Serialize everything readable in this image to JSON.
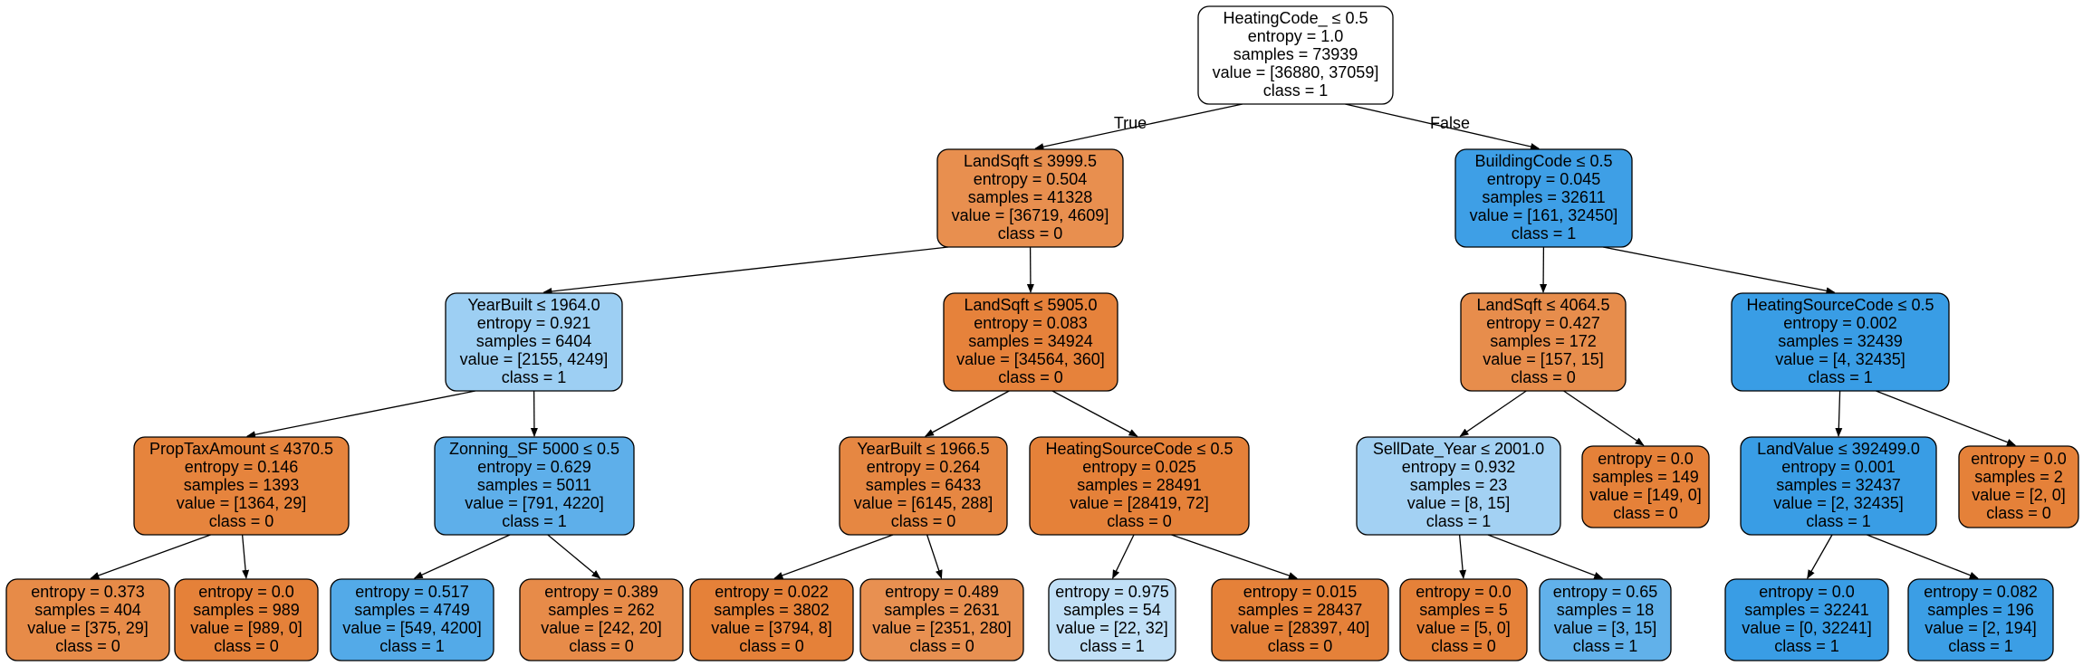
{
  "tree": {
    "edge_labels": {
      "true_label": "True",
      "false_label": "False"
    },
    "nodes": [
      {
        "id": "n0",
        "lines": [
          "HeatingCode_ ≤ 0.5",
          "entropy = 1.0",
          "samples = 73939",
          "value = [36880, 37059]",
          "class = 1"
        ],
        "fill": "#ffffff"
      },
      {
        "id": "n1",
        "lines": [
          "LandSqft ≤ 3999.5",
          "entropy = 0.504",
          "samples = 41328",
          "value = [36719, 4609]",
          "class = 0"
        ],
        "fill": "#e88f4f"
      },
      {
        "id": "n2",
        "lines": [
          "BuildingCode ≤ 0.5",
          "entropy = 0.045",
          "samples = 32611",
          "value = [161, 32450]",
          "class = 1"
        ],
        "fill": "#3e9fe6"
      },
      {
        "id": "n3",
        "lines": [
          "YearBuilt ≤ 1964.0",
          "entropy = 0.921",
          "samples = 6404",
          "value = [2155, 4249]",
          "class = 1"
        ],
        "fill": "#9dcff3"
      },
      {
        "id": "n4",
        "lines": [
          "LandSqft ≤ 5905.0",
          "entropy = 0.083",
          "samples = 34924",
          "value = [34564, 360]",
          "class = 0"
        ],
        "fill": "#e6823b"
      },
      {
        "id": "n5",
        "lines": [
          "LandSqft ≤ 4064.5",
          "entropy = 0.427",
          "samples = 172",
          "value = [157, 15]",
          "class = 0"
        ],
        "fill": "#e78d4c"
      },
      {
        "id": "n6",
        "lines": [
          "HeatingSourceCode ≤ 0.5",
          "entropy = 0.002",
          "samples = 32439",
          "value = [4, 32435]",
          "class = 1"
        ],
        "fill": "#399de5"
      },
      {
        "id": "n7",
        "lines": [
          "PropTaxAmount ≤ 4370.5",
          "entropy = 0.146",
          "samples = 1393",
          "value = [1364, 29]",
          "class = 0"
        ],
        "fill": "#e6843d"
      },
      {
        "id": "n8",
        "lines": [
          "Zonning_SF 5000 ≤ 0.5",
          "entropy = 0.629",
          "samples = 5011",
          "value = [791, 4220]",
          "class = 1"
        ],
        "fill": "#5eafea"
      },
      {
        "id": "n9",
        "lines": [
          "YearBuilt ≤ 1966.5",
          "entropy = 0.264",
          "samples = 6433",
          "value = [6145, 288]",
          "class = 0"
        ],
        "fill": "#e68742"
      },
      {
        "id": "n10",
        "lines": [
          "HeatingSourceCode ≤ 0.5",
          "entropy = 0.025",
          "samples = 28491",
          "value = [28419, 72]",
          "class = 0"
        ],
        "fill": "#e58139"
      },
      {
        "id": "n11",
        "lines": [
          "SellDate_Year ≤ 2001.0",
          "entropy = 0.932",
          "samples = 23",
          "value = [8, 15]",
          "class = 1"
        ],
        "fill": "#a3d1f3"
      },
      {
        "id": "n12",
        "lines": [
          "entropy = 0.0",
          "samples = 149",
          "value = [149, 0]",
          "class = 0"
        ],
        "fill": "#e58139"
      },
      {
        "id": "n13",
        "lines": [
          "LandValue ≤ 392499.0",
          "entropy = 0.001",
          "samples = 32437",
          "value = [2, 32435]",
          "class = 1"
        ],
        "fill": "#399de5"
      },
      {
        "id": "n14",
        "lines": [
          "entropy = 0.0",
          "samples = 2",
          "value = [2, 0]",
          "class = 0"
        ],
        "fill": "#e58139"
      },
      {
        "id": "n15",
        "lines": [
          "entropy = 0.373",
          "samples = 404",
          "value = [375, 29]",
          "class = 0"
        ],
        "fill": "#e78b48"
      },
      {
        "id": "n16",
        "lines": [
          "entropy = 0.0",
          "samples = 989",
          "value = [989, 0]",
          "class = 0"
        ],
        "fill": "#e58139"
      },
      {
        "id": "n17",
        "lines": [
          "entropy = 0.517",
          "samples = 4749",
          "value = [549, 4200]",
          "class = 1"
        ],
        "fill": "#53aae8"
      },
      {
        "id": "n18",
        "lines": [
          "entropy = 0.389",
          "samples = 262",
          "value = [242, 20]",
          "class = 0"
        ],
        "fill": "#e78b49"
      },
      {
        "id": "n19",
        "lines": [
          "entropy = 0.022",
          "samples = 3802",
          "value = [3794, 8]",
          "class = 0"
        ],
        "fill": "#e58139"
      },
      {
        "id": "n20",
        "lines": [
          "entropy = 0.489",
          "samples = 2631",
          "value = [2351, 280]",
          "class = 0"
        ],
        "fill": "#e89051"
      },
      {
        "id": "n21",
        "lines": [
          "entropy = 0.975",
          "samples = 54",
          "value = [22, 32]",
          "class = 1"
        ],
        "fill": "#c1e0f7"
      },
      {
        "id": "n22",
        "lines": [
          "entropy = 0.015",
          "samples = 28437",
          "value = [28397, 40]",
          "class = 0"
        ],
        "fill": "#e58139"
      },
      {
        "id": "n23",
        "lines": [
          "entropy = 0.0",
          "samples = 5",
          "value = [5, 0]",
          "class = 0"
        ],
        "fill": "#e58139"
      },
      {
        "id": "n24",
        "lines": [
          "entropy = 0.65",
          "samples = 18",
          "value = [3, 15]",
          "class = 1"
        ],
        "fill": "#61b1ea"
      },
      {
        "id": "n25",
        "lines": [
          "entropy = 0.0",
          "samples = 32241",
          "value = [0, 32241]",
          "class = 1"
        ],
        "fill": "#399de5"
      },
      {
        "id": "n26",
        "lines": [
          "entropy = 0.082",
          "samples = 196",
          "value = [2, 194]",
          "class = 1"
        ],
        "fill": "#3b9ee5"
      }
    ],
    "edges": [
      {
        "from": "n0",
        "to": "n1",
        "label": "true_label"
      },
      {
        "from": "n0",
        "to": "n2",
        "label": "false_label"
      },
      {
        "from": "n1",
        "to": "n3"
      },
      {
        "from": "n1",
        "to": "n4"
      },
      {
        "from": "n2",
        "to": "n5"
      },
      {
        "from": "n2",
        "to": "n6"
      },
      {
        "from": "n3",
        "to": "n7"
      },
      {
        "from": "n3",
        "to": "n8"
      },
      {
        "from": "n4",
        "to": "n9"
      },
      {
        "from": "n4",
        "to": "n10"
      },
      {
        "from": "n5",
        "to": "n11"
      },
      {
        "from": "n5",
        "to": "n12"
      },
      {
        "from": "n6",
        "to": "n13"
      },
      {
        "from": "n6",
        "to": "n14"
      },
      {
        "from": "n7",
        "to": "n15"
      },
      {
        "from": "n7",
        "to": "n16"
      },
      {
        "from": "n8",
        "to": "n17"
      },
      {
        "from": "n8",
        "to": "n18"
      },
      {
        "from": "n9",
        "to": "n19"
      },
      {
        "from": "n9",
        "to": "n20"
      },
      {
        "from": "n10",
        "to": "n21"
      },
      {
        "from": "n10",
        "to": "n22"
      },
      {
        "from": "n11",
        "to": "n23"
      },
      {
        "from": "n11",
        "to": "n24"
      },
      {
        "from": "n13",
        "to": "n25"
      },
      {
        "from": "n13",
        "to": "n26"
      }
    ]
  }
}
